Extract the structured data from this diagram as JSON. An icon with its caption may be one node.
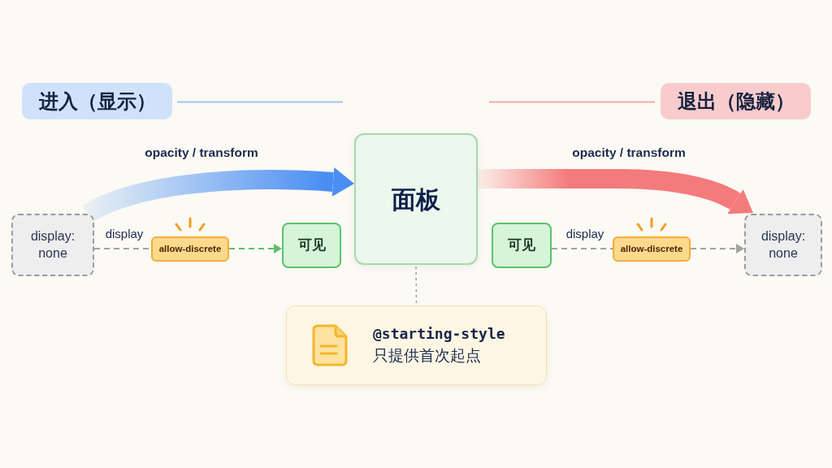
{
  "diagram": {
    "nodes": [
      {
        "text": [
          "进入（显示）"
        ]
      },
      {
        "text": [
          "退出（隐藏）"
        ]
      },
      {
        "text": [
          "display: none"
        ]
      },
      {
        "text": [
          "allow-discrete"
        ]
      },
      {
        "text": [
          "可见"
        ]
      },
      {
        "text": [
          "面板"
        ]
      },
      {
        "text": [
          "可见"
        ]
      },
      {
        "text": [
          "allow-discrete"
        ]
      },
      {
        "text": [
          "display: none"
        ]
      },
      {
        "text": [
          "@starting-style",
          "只提供首次起点"
        ]
      }
    ],
    "edges": [
      {
        "from": 2,
        "to": 5,
        "arrow": "to",
        "style": "thick",
        "color": "#4a8ef3",
        "label": "opacity / transform"
      },
      {
        "from": 2,
        "to": 3,
        "arrow": "none",
        "style": "dashed",
        "label": "display"
      },
      {
        "from": 3,
        "to": 4,
        "arrow": "to",
        "style": "dashed",
        "color": "#5cbf6a"
      },
      {
        "from": 5,
        "to": 8,
        "arrow": "to",
        "style": "thick",
        "color": "#f47b7b",
        "label": "opacity / transform"
      },
      {
        "from": 6,
        "to": 7,
        "arrow": "none",
        "style": "dashed",
        "label": "display"
      },
      {
        "from": 7,
        "to": 8,
        "arrow": "to",
        "style": "dashed"
      },
      {
        "from": 5,
        "to": 9,
        "arrow": "none",
        "style": "dashed"
      }
    ]
  }
}
